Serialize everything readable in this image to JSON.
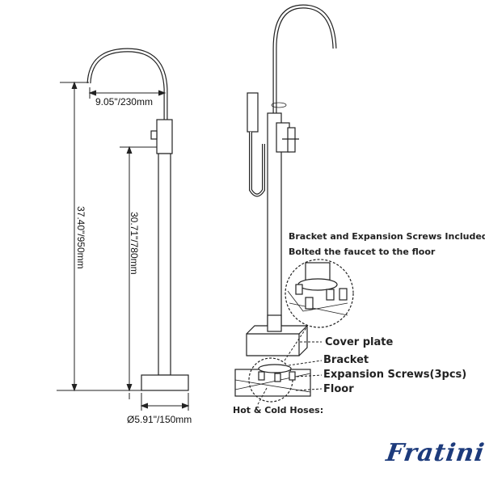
{
  "dimensions": {
    "spout_reach": "9.05\"/230mm",
    "total_height": "37.40\"/950mm",
    "handle_height": "30.71\"/780mm",
    "base_diameter": "Ø5.91\"/150mm"
  },
  "installation": {
    "heading_line1": "Bracket and Expansion Screws Included:",
    "heading_line2": "Bolted the faucet to the floor",
    "cover_plate": "Cover plate",
    "bracket": "Bracket",
    "expansion_screws": "Expansion Screws(3pcs)",
    "floor": "Floor",
    "hoses": "Hot & Cold Hoses:"
  },
  "brand": {
    "name": "Fratini",
    "color": "#1d3b7c"
  }
}
